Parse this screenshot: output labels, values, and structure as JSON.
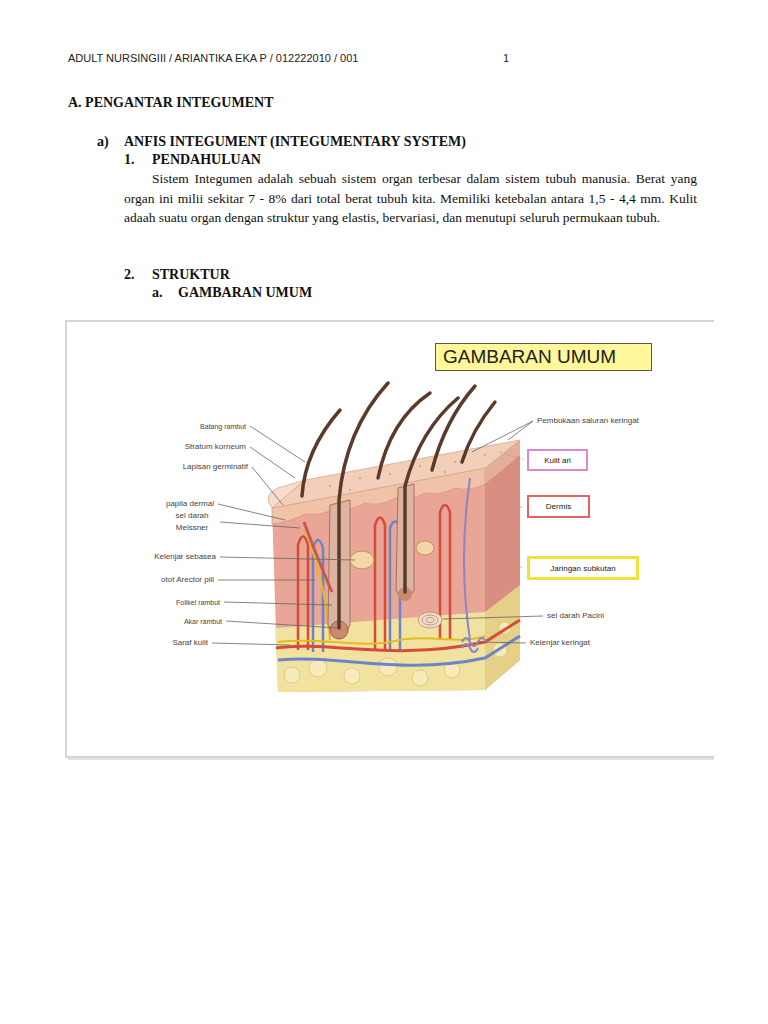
{
  "diagram": {
    "title": "A. PENGANTAR INTEGUMENT",
    "nodes": [
      {
        "text": [
          "GAMBARAN UMUM"
        ]
      },
      {
        "text": [
          "Kulit ari"
        ]
      },
      {
        "text": [
          "Dermis"
        ]
      },
      {
        "text": [
          "Jaringan subkutan"
        ]
      }
    ],
    "labels": [
      "ADULT NURSINGIII / ARIANTIKA EKA P / 012222010 / 001",
      "1",
      "a)",
      "ANFIS INTEGUMENT (INTEGUMENTARY SYSTEM)",
      "1.",
      "PENDAHULUAN",
      "Sistem Integumen adalah sebuah sistem organ terbesar dalam sistem tubuh manusia. Berat yang organ ini milii sekitar 7 - 8% dari total berat tubuh kita. Memiliki ketebalan antara 1,5 - 4,4 mm. Kulit adaah suatu organ dengan struktur yang elastis, bervariasi, dan menutupi seluruh permukaan tubuh.",
      "2.",
      "STRUKTUR",
      "a.",
      "GAMBARAN UMUM",
      "Batang rambut",
      "Stratum korneum",
      "Lapisan germinatif",
      "papila dermal",
      "sel darah Meissner",
      "Kelenjar sebasea",
      "otot Arector pili",
      "Folikel rambut",
      "Akar rambut",
      "Saraf kulit",
      "Pembukaan saluran keringat",
      "sel darah Pacini",
      "Kelenjar keringat"
    ]
  }
}
